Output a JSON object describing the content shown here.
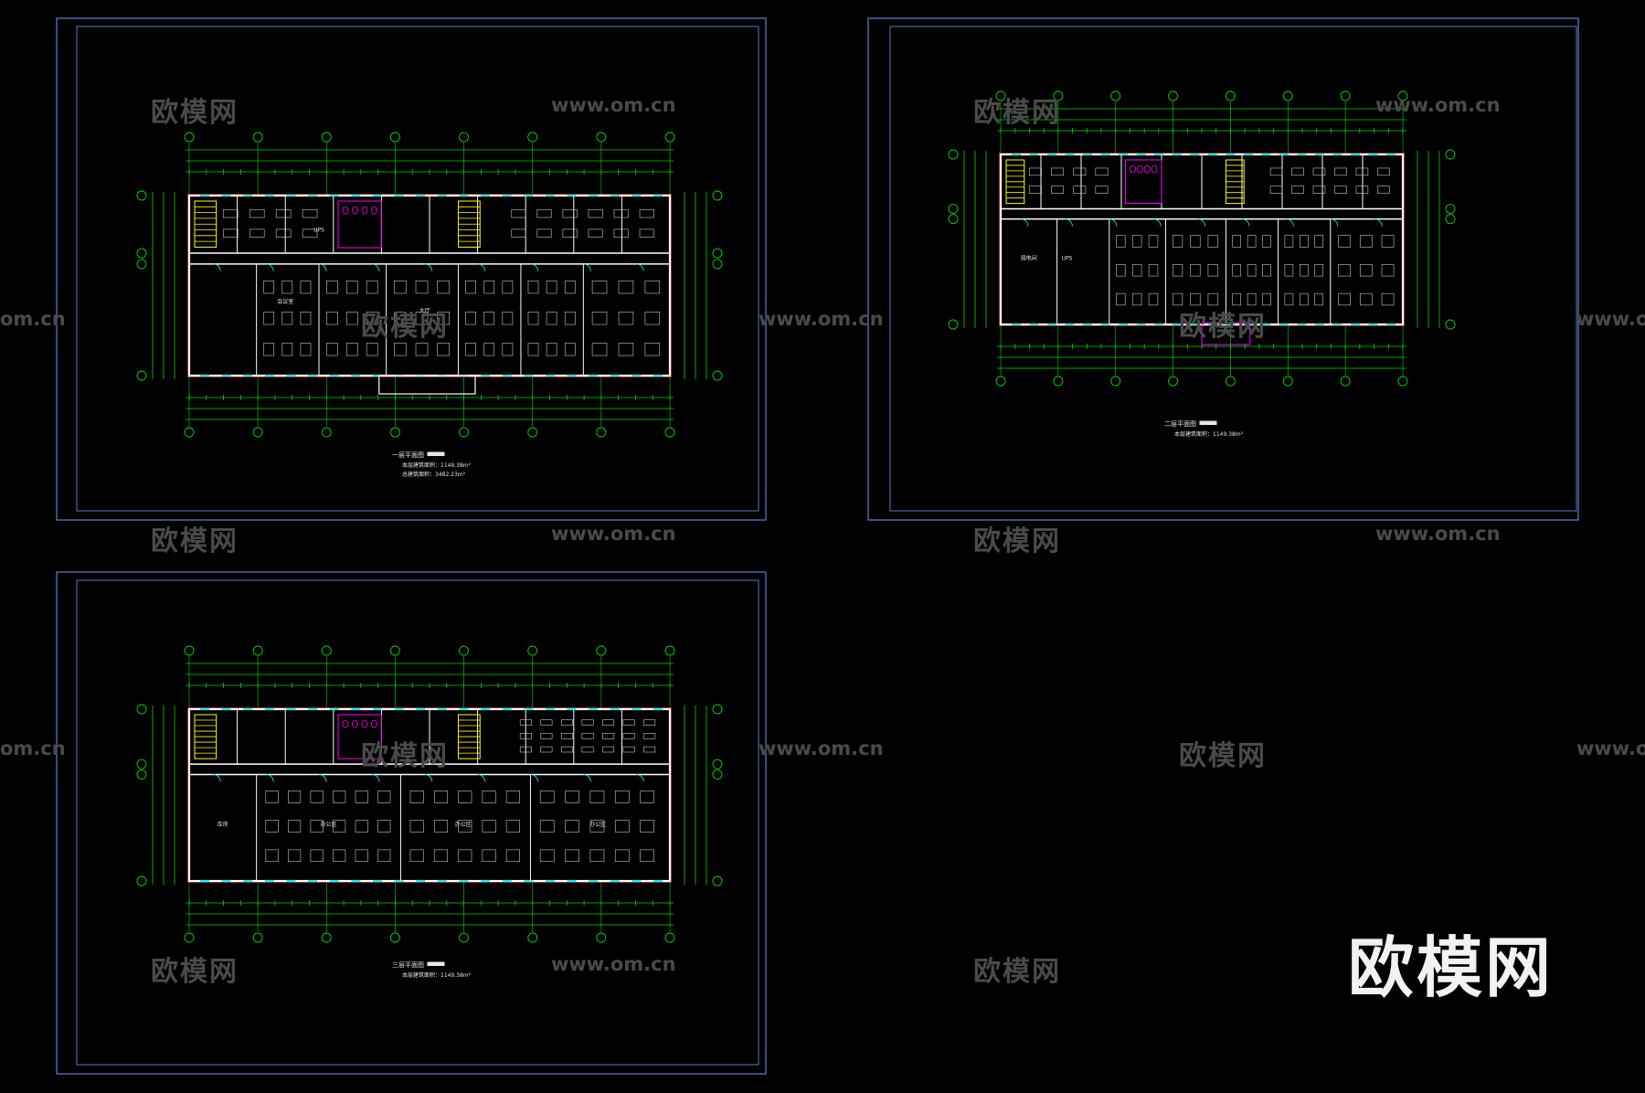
{
  "watermark": {
    "cn": "欧模网",
    "url": "www.om.cn",
    "url_partial": "om.cn"
  },
  "brand_logo": "欧模网",
  "plans": [
    {
      "title": "一层平面图",
      "area_lines": [
        "本层建筑面积：1149.38m²",
        "总建筑面积：3482.23m²"
      ],
      "labels": [
        "大厅",
        "UPS",
        "会议室"
      ]
    },
    {
      "title": "二层平面图",
      "area_lines": [
        "本层建筑面积：1149.38m²"
      ],
      "labels": [
        "UPS",
        "弱电间"
      ]
    },
    {
      "title": "三层平面图",
      "area_lines": [
        "本层建筑面积：1149.38m²"
      ],
      "labels": [
        "库房",
        "办公区",
        "办公区",
        "办公区"
      ]
    }
  ],
  "colors": {
    "background": "#000000",
    "frame": "#5a78c8",
    "dimension": "#00d800",
    "wall": "#ffffff",
    "stair": "#ffff00",
    "toilet": "#ff00ff",
    "window": "#00ffff",
    "furniture": "#c8c8c8",
    "text": "#e6e6e6"
  }
}
